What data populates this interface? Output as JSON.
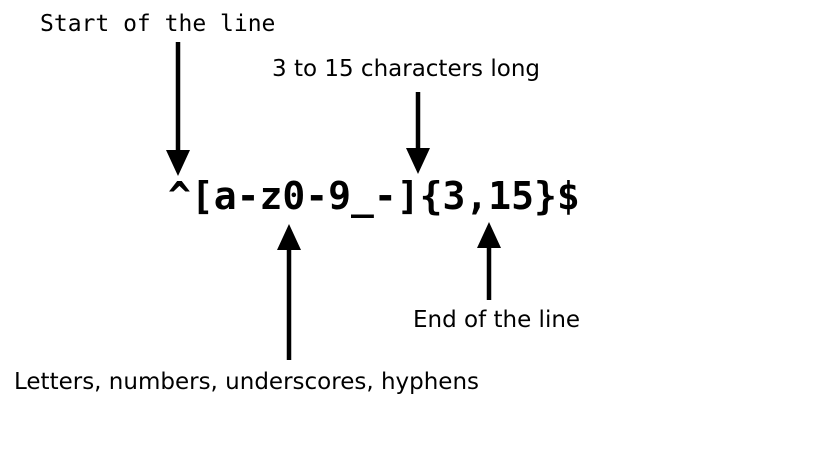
{
  "diagram": {
    "type": "annotated-regex",
    "background_color": "#ffffff",
    "stroke_color": "#000000",
    "pattern": "^[a-z0-9_-]{3,15}$",
    "annotations": [
      {
        "id": "start-of-line",
        "label": "Start of the line",
        "targets": "^",
        "arrow_direction": "down",
        "font_style": "monospace"
      },
      {
        "id": "length-quantifier",
        "label": "3 to 15 characters long",
        "targets": "{3,15}",
        "arrow_direction": "down",
        "font_style": "sans-serif"
      },
      {
        "id": "end-of-line",
        "label": "End of the line",
        "targets": "$",
        "arrow_direction": "up",
        "font_style": "sans-serif"
      },
      {
        "id": "character-class",
        "label": "Letters, numbers, underscores, hyphens",
        "targets": "[a-z0-9_-]",
        "arrow_direction": "up",
        "font_style": "sans-serif"
      }
    ],
    "clipped_left_glyph": ":"
  }
}
